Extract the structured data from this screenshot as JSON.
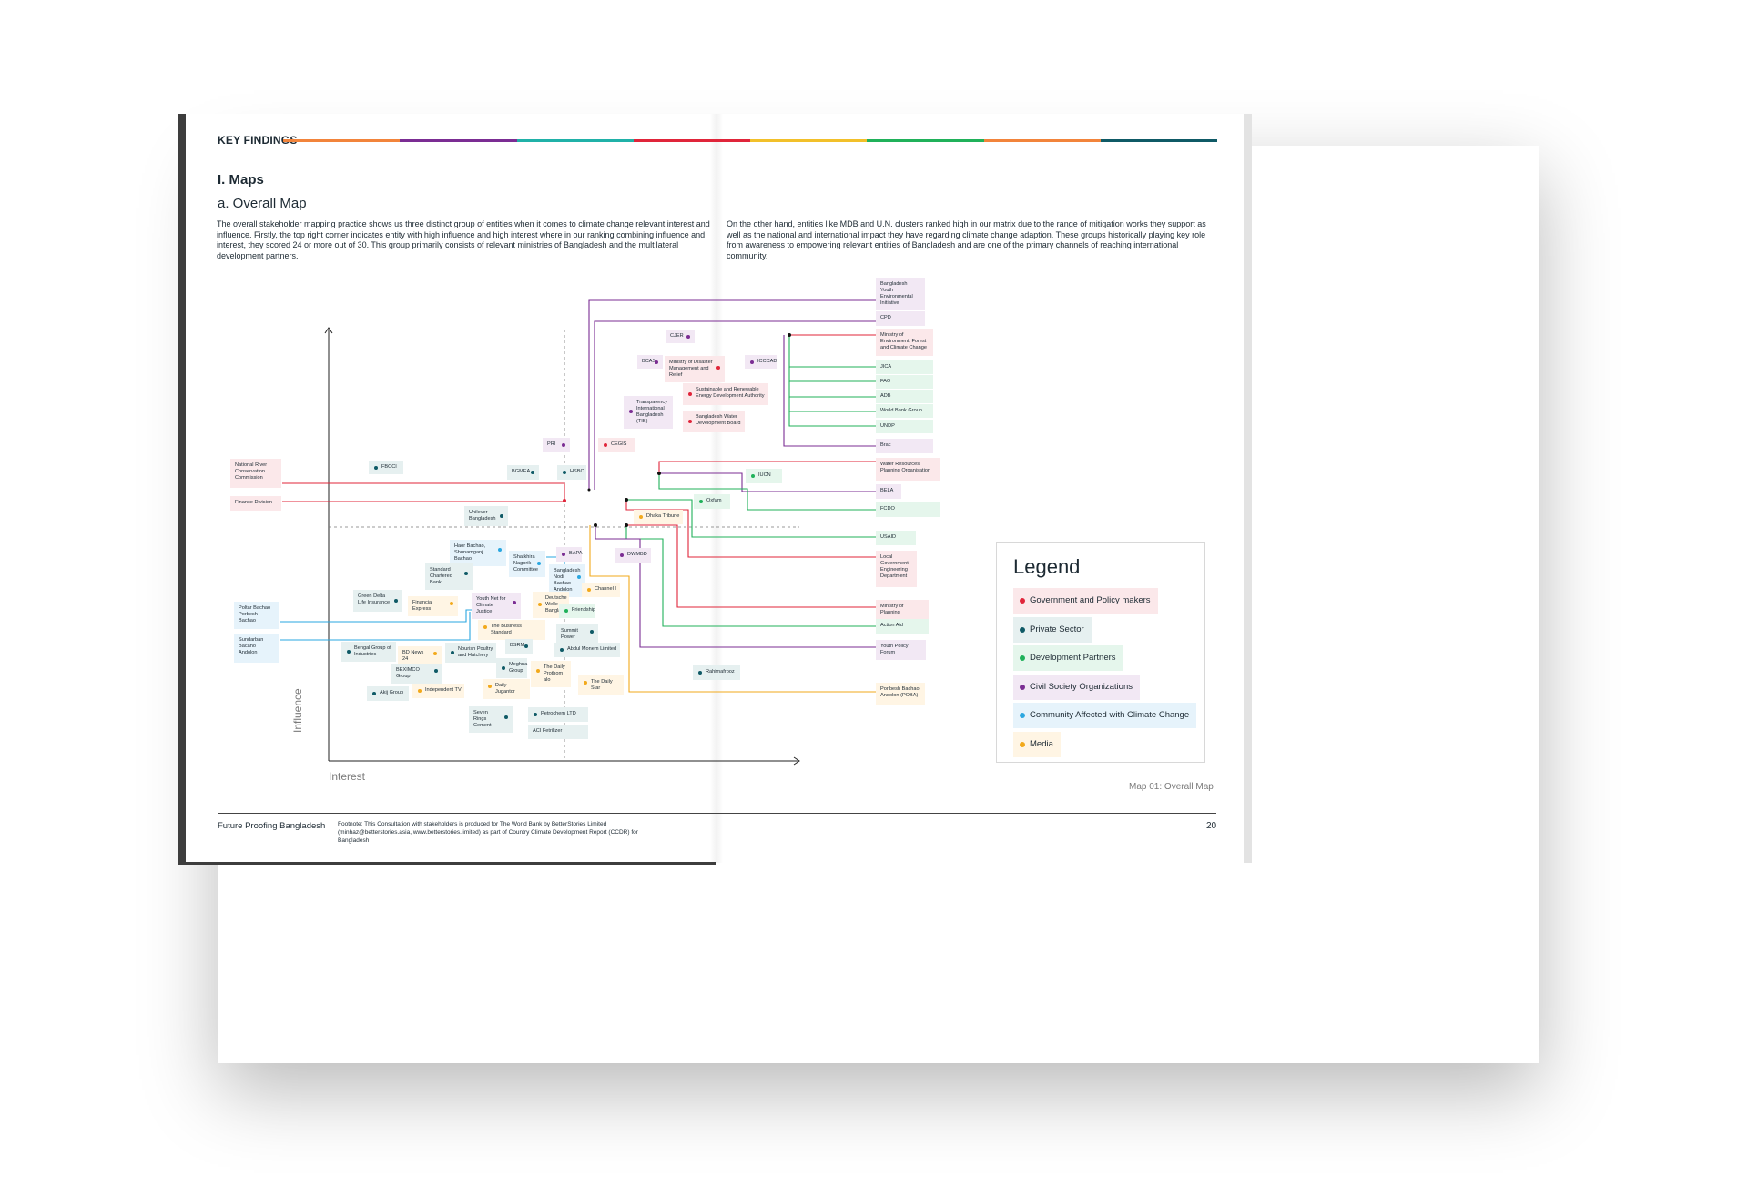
{
  "header": {
    "section": "KEY FINDINGS"
  },
  "headings": {
    "h1": "I. Maps",
    "h2": "a. Overall Map"
  },
  "paragraphs": {
    "left": "The overall stakeholder mapping practice shows us three distinct group of entities when it comes to climate change relevant interest and influence. Firstly, the top right corner indicates entity with high influence and high interest where in our ranking combining influence and interest, they scored 24 or more out of 30. This group primarily consists of relevant ministries of Bangladesh and the multilateral development partners.",
    "right": "On the other hand, entities like MDB and U.N. clusters ranked high in our matrix due to the range of mitigation works they support as well as the national and international impact they have regarding climate change adaption. These groups historically playing key role from awareness to empowering relevant entities of Bangladesh and are one of the primary channels of reaching international community."
  },
  "colors": {
    "government": "#e0253a",
    "private": "#0f5a66",
    "development": "#20b15a",
    "cso": "#7b2d93",
    "community": "#2aa7e0",
    "media": "#f2a91b",
    "rule": [
      "#f2843b",
      "#7b2d93",
      "#20b1a8",
      "#e0253a",
      "#f2c02a",
      "#20b15a",
      "#f2843b",
      "#0f5a66"
    ]
  },
  "map": {
    "axis_x": "Interest",
    "axis_y": "Influence",
    "caption": "Map 01: Overall Map",
    "nodes": [
      {
        "id": "bd-youth",
        "label": "Bangladesh Youth Environmental Initiative",
        "cat": "cso"
      },
      {
        "id": "cpd",
        "label": "CPD",
        "cat": "cso"
      },
      {
        "id": "moefcc",
        "label": "Ministry of Environment, Forest and Climate Change",
        "cat": "gov"
      },
      {
        "id": "jica",
        "label": "JICA",
        "cat": "dev"
      },
      {
        "id": "fao",
        "label": "FAO",
        "cat": "dev"
      },
      {
        "id": "adb",
        "label": "ADB",
        "cat": "dev"
      },
      {
        "id": "wbg",
        "label": "World Bank Group",
        "cat": "dev"
      },
      {
        "id": "undp",
        "label": "UNDP",
        "cat": "dev"
      },
      {
        "id": "brac",
        "label": "Brac",
        "cat": "cso"
      },
      {
        "id": "warpo",
        "label": "Water Resources Planning Organisation",
        "cat": "gov"
      },
      {
        "id": "bela",
        "label": "BELA",
        "cat": "cso"
      },
      {
        "id": "fcdo",
        "label": "FCDO",
        "cat": "dev"
      },
      {
        "id": "usaid",
        "label": "USAID",
        "cat": "dev"
      },
      {
        "id": "lged",
        "label": "Local Government Engineering Department",
        "cat": "gov"
      },
      {
        "id": "mop",
        "label": "Ministry of Planning",
        "cat": "gov"
      },
      {
        "id": "actionaid",
        "label": "Action Aid",
        "cat": "dev"
      },
      {
        "id": "ypf",
        "label": "Youth Policy Forum",
        "cat": "cso"
      },
      {
        "id": "poba",
        "label": "Poribesh Bachao Andolon (POBA)",
        "cat": "med"
      },
      {
        "id": "cjer",
        "label": "CJER",
        "cat": "cso"
      },
      {
        "id": "bcas",
        "label": "BCAS",
        "cat": "cso"
      },
      {
        "id": "modmr",
        "label": "Ministry of Disaster Management and Relief",
        "cat": "gov"
      },
      {
        "id": "icccad",
        "label": "ICCCAD",
        "cat": "cso"
      },
      {
        "id": "sreda",
        "label": "Sustainable and Renewable Energy Development Authority",
        "cat": "gov"
      },
      {
        "id": "tib",
        "label": "Transparency International Bangladesh (TIB)",
        "cat": "cso"
      },
      {
        "id": "bwdb",
        "label": "Bangladesh Water Development Board",
        "cat": "gov"
      },
      {
        "id": "pri",
        "label": "PRI",
        "cat": "cso"
      },
      {
        "id": "cegis",
        "label": "CEGIS",
        "cat": "gov"
      },
      {
        "id": "fbcci",
        "label": "FBCCI",
        "cat": "pri"
      },
      {
        "id": "bgmea",
        "label": "BGMEA",
        "cat": "pri"
      },
      {
        "id": "hsbc",
        "label": "HSBC",
        "cat": "pri"
      },
      {
        "id": "iucn",
        "label": "IUCN",
        "cat": "dev"
      },
      {
        "id": "nrcc",
        "label": "National River Conservation Commission",
        "cat": "gov"
      },
      {
        "id": "findiv",
        "label": "Finance Division",
        "cat": "gov"
      },
      {
        "id": "oxfam",
        "label": "Oxfam",
        "cat": "dev"
      },
      {
        "id": "unilever",
        "label": "Unilever Bangladesh",
        "cat": "pri"
      },
      {
        "id": "dhakatribune",
        "label": "Dhaka Tribune",
        "cat": "med"
      },
      {
        "id": "haor",
        "label": "Haor Bachao, Shunamganj Bachao",
        "cat": "com"
      },
      {
        "id": "shatkhira",
        "label": "Shatkhira Nagorik Committee",
        "cat": "com"
      },
      {
        "id": "bapa",
        "label": "BAPA",
        "cat": "cso"
      },
      {
        "id": "dwmbd",
        "label": "DWMBD",
        "cat": "cso"
      },
      {
        "id": "scb",
        "label": "Standard Chartered Bank",
        "cat": "pri"
      },
      {
        "id": "bnba",
        "label": "Bangladesh Nodi Bachao Andolon",
        "cat": "com"
      },
      {
        "id": "channeli",
        "label": "Channel I",
        "cat": "med"
      },
      {
        "id": "greendelta",
        "label": "Green Delta Life Insurance",
        "cat": "pri"
      },
      {
        "id": "finexpress",
        "label": "Financial Express",
        "cat": "med"
      },
      {
        "id": "youthnet",
        "label": "Youth Net for Climate Justice",
        "cat": "cso"
      },
      {
        "id": "dw",
        "label": "Deutsche Welle Bangla",
        "cat": "med"
      },
      {
        "id": "friendship",
        "label": "Friendship",
        "cat": "dev"
      },
      {
        "id": "poltar",
        "label": "Poltar Bachao Porbesh Bachao",
        "cat": "com"
      },
      {
        "id": "tbs",
        "label": "The Business Standard",
        "cat": "med"
      },
      {
        "id": "summit",
        "label": "Summit Power",
        "cat": "pri"
      },
      {
        "id": "sundarban",
        "label": "Sundarban Bacaho Andolon",
        "cat": "com"
      },
      {
        "id": "bengal",
        "label": "Bengal Group of Industries",
        "cat": "pri"
      },
      {
        "id": "bdnews",
        "label": "BD News 24",
        "cat": "med"
      },
      {
        "id": "nourish",
        "label": "Nourish Poultry and Hatchery",
        "cat": "pri"
      },
      {
        "id": "bsrm",
        "label": "BSRM",
        "cat": "pri"
      },
      {
        "id": "aml",
        "label": "Abdul Monem Limited",
        "cat": "pri"
      },
      {
        "id": "beximco",
        "label": "BEXIMCO Group",
        "cat": "pri"
      },
      {
        "id": "meghna",
        "label": "Meghna Group",
        "cat": "pri"
      },
      {
        "id": "prothomalo",
        "label": "The Daily Prothom alo",
        "cat": "med"
      },
      {
        "id": "rahimafrooz",
        "label": "Rahimafrooz",
        "cat": "pri"
      },
      {
        "id": "juganter",
        "label": "Daily Jugantor",
        "cat": "med"
      },
      {
        "id": "dailystar",
        "label": "The Daily Star",
        "cat": "med"
      },
      {
        "id": "akij",
        "label": "Akij Group",
        "cat": "pri"
      },
      {
        "id": "independent",
        "label": "Independent TV",
        "cat": "med"
      },
      {
        "id": "sevenrings",
        "label": "Seven Rings Cement",
        "cat": "pri"
      },
      {
        "id": "petrochem",
        "label": "Petrochem LTD",
        "cat": "pri"
      },
      {
        "id": "aci",
        "label": "ACI Fetrilizer",
        "cat": "pri"
      }
    ]
  },
  "legend": {
    "title": "Legend",
    "items": [
      {
        "label": "Government and Policy makers",
        "cat": "gov"
      },
      {
        "label": "Private Sector",
        "cat": "pri"
      },
      {
        "label": "Development Partners",
        "cat": "dev"
      },
      {
        "label": "Civil Society Organizations",
        "cat": "cso"
      },
      {
        "label": "Community Affected with Climate Change",
        "cat": "com"
      },
      {
        "label": "Media",
        "cat": "med"
      }
    ]
  },
  "footer": {
    "title": "Future Proofing Bangladesh",
    "footnote": "Footnote: This Consultation with stakeholders is produced for The World Bank by BetterStories Limited (minhaz@betterstories.asia, www.betterstories.limited) as part of Country Climate Development Report (CCDR) for Bangladesh",
    "page": "20"
  }
}
